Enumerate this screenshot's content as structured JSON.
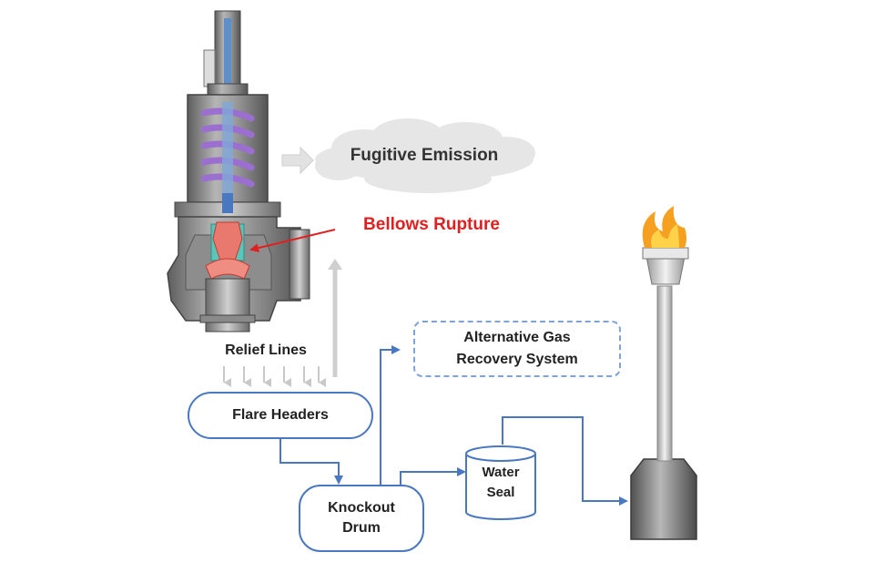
{
  "labels": {
    "fugitive_emission": "Fugitive Emission",
    "bellows_rupture": "Bellows Rupture",
    "relief_lines": "Relief Lines",
    "flare_headers": "Flare Headers",
    "alternative_line1": "Alternative Gas",
    "alternative_line2": "Recovery System",
    "knockout_line1": "Knockout",
    "knockout_line2": "Drum",
    "water_line1": "Water",
    "water_line2": "Seal"
  },
  "colors": {
    "flow_line": "#4a78c0",
    "rupture_text": "#e02020",
    "spring": "#9b6fd0",
    "valve_body": "#7d7d7d",
    "flame": "#f5a020"
  },
  "icons": {
    "valve": "pressure-relief-valve-icon",
    "flare": "flare-stack-icon",
    "cloud": "cloud-icon"
  }
}
